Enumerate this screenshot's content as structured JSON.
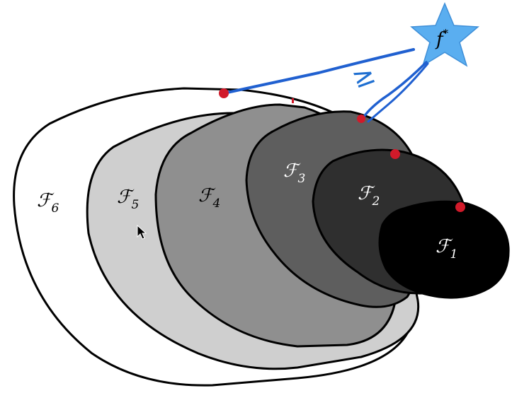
{
  "sets": [
    {
      "id": "6",
      "symbol": "ℱ",
      "subscript": "6",
      "fill": "#ffffff",
      "label_color": "#000000"
    },
    {
      "id": "5",
      "symbol": "ℱ",
      "subscript": "5",
      "fill": "#cfcfcf",
      "label_color": "#000000"
    },
    {
      "id": "4",
      "symbol": "ℱ",
      "subscript": "4",
      "fill": "#8f8f8f",
      "label_color": "#000000"
    },
    {
      "id": "3",
      "symbol": "ℱ",
      "subscript": "3",
      "fill": "#5e5e5e",
      "label_color": "#ffffff"
    },
    {
      "id": "2",
      "symbol": "ℱ",
      "subscript": "2",
      "fill": "#2f2f2f",
      "label_color": "#ffffff"
    },
    {
      "id": "1",
      "symbol": "ℱ",
      "subscript": "1",
      "fill": "#000000",
      "label_color": "#ffffff"
    }
  ],
  "target": {
    "symbol": "f",
    "superscript": "*",
    "color": "#5aaef0"
  },
  "annotation": {
    "text": "≥",
    "color": "#1f6fd1"
  },
  "marker_color": "#d11a2a",
  "stroke_color": "#2060d0"
}
